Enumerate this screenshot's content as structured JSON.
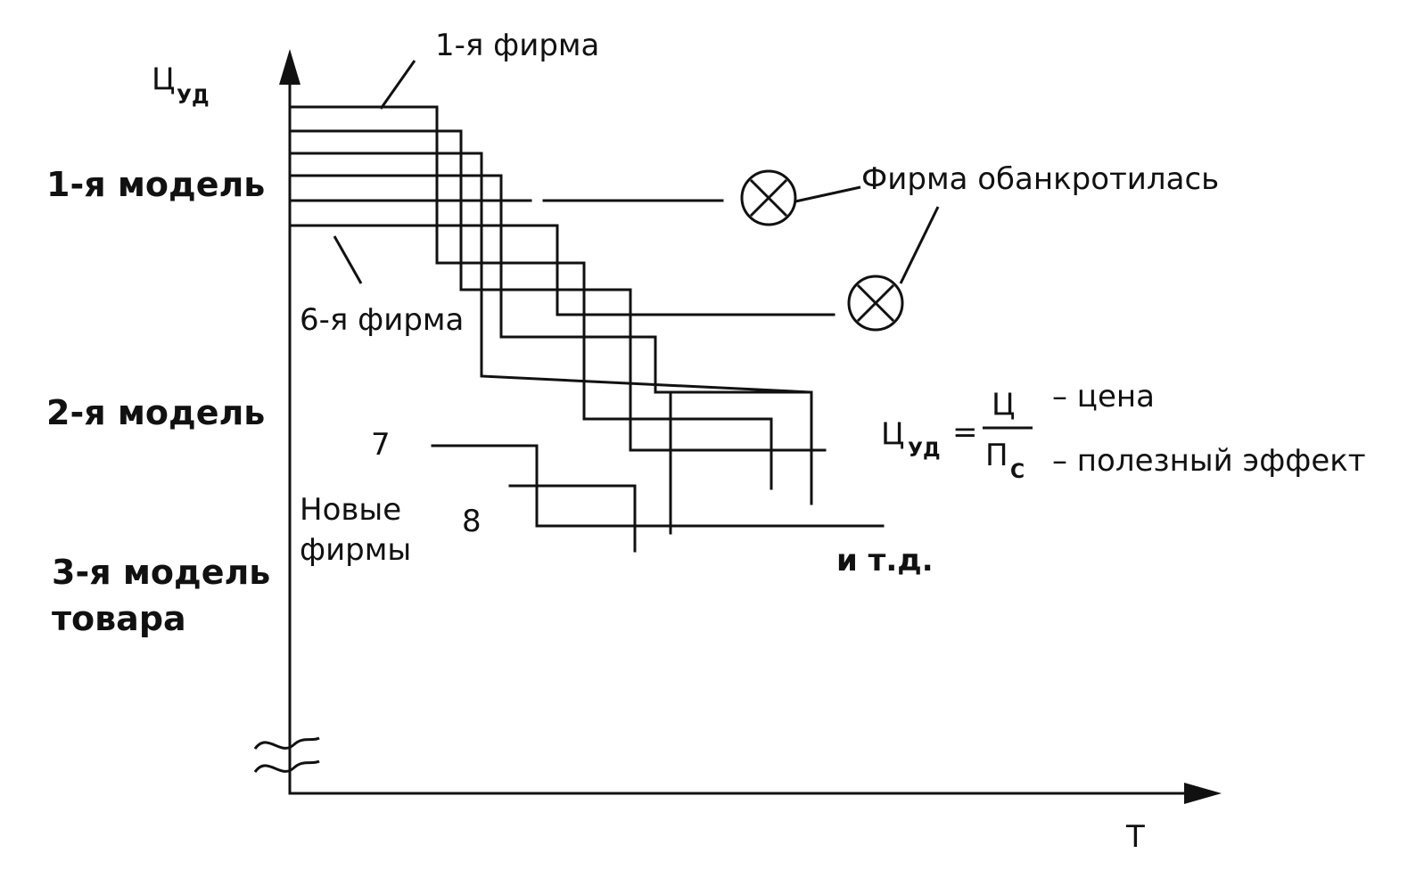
{
  "y_axis_label": {
    "main": "Ц",
    "sub": "УД"
  },
  "x_axis_label": "Т",
  "firm_labels": {
    "first": "1-я фирма",
    "sixth": "6-я фирма"
  },
  "bankrupt_label": "Фирма обанкротилась",
  "model_labels": {
    "first": "1-я модель",
    "second": "2-я модель",
    "third_line1": "3-я модель",
    "third_line2": "товара"
  },
  "new_firms": {
    "label_line1": "Новые",
    "label_line2": "фирмы",
    "firm7": "7",
    "firm8": "8"
  },
  "etc_label": "и т.д.",
  "formula": {
    "lhs_main": "Ц",
    "lhs_sub": "УД",
    "equals": "=",
    "numerator": "Ц",
    "denominator_main": "П",
    "denominator_sub": "С",
    "numerator_note": "– цена",
    "denominator_note": "– полезный эффект"
  },
  "colors": {
    "ink": "#111111",
    "background": "#ffffff"
  }
}
